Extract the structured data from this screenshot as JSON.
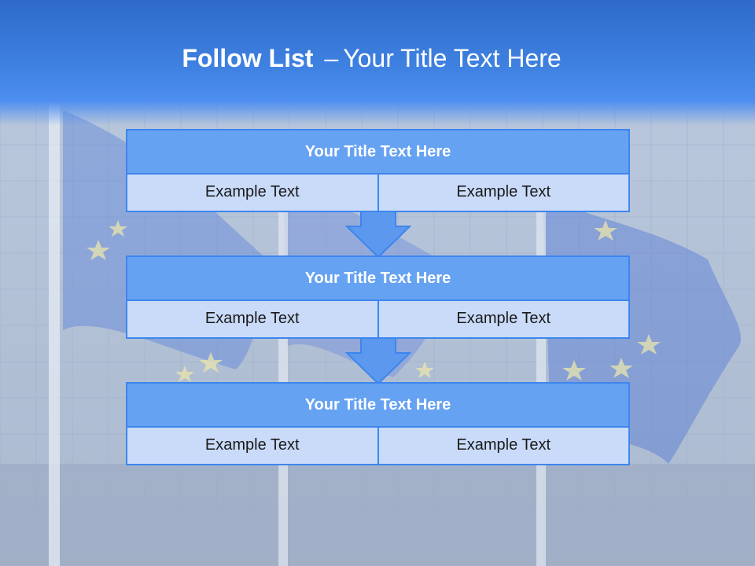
{
  "slide": {
    "title_bold": "Follow List",
    "title_sep": "–",
    "title_rest": "Your Title Text Here"
  },
  "flow": [
    {
      "title": "Your Title Text Here",
      "left": "Example Text",
      "right": "Example Text"
    },
    {
      "title": "Your Title Text Here",
      "left": "Example Text",
      "right": "Example Text"
    },
    {
      "title": "Your Title Text Here",
      "left": "Example Text",
      "right": "Example Text"
    }
  ],
  "background": {
    "description_icon": "flags-photo"
  },
  "colors": {
    "header": "#3f82e2",
    "block_title_fill": "#66a2f2",
    "block_border": "#3d86ec",
    "cell_fill": "#c9dbf9",
    "arrow_fill": "#5c98ee"
  }
}
